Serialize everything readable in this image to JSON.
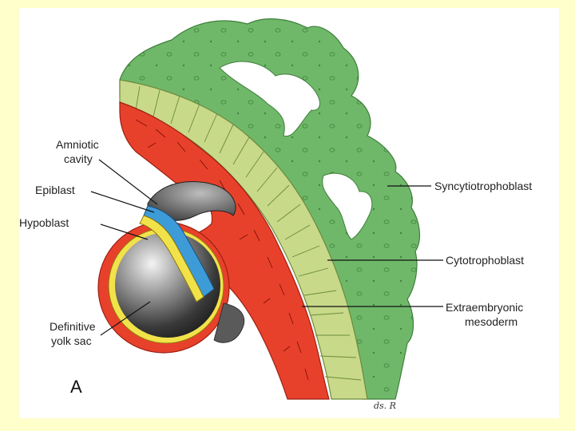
{
  "labels": {
    "amniotic_cavity_line1": "Amniotic",
    "amniotic_cavity_line2": "cavity",
    "epiblast": "Epiblast",
    "hypoblast": "Hypoblast",
    "definitive_yolk_sac_line1": "Definitive",
    "definitive_yolk_sac_line2": "yolk sac",
    "syncytiotrophoblast": "Syncytiotrophoblast",
    "cytotrophoblast": "Cytotrophoblast",
    "extraembryonic_mesoderm_line1": "Extraembryonic",
    "extraembryonic_mesoderm_line2": "mesoderm"
  },
  "panel_letter": "A",
  "signature": "ds. R",
  "colors": {
    "background": "#ffffcc",
    "panel": "#ffffff",
    "syncytiotrophoblast": "#6fb86a",
    "cytotrophoblast": "#c8d98a",
    "extraembryonic_mesoderm": "#e8412b",
    "epiblast": "#3d9bd8",
    "hypoblast": "#f2e24a",
    "yolk_sac_interior": "#3a3a3a"
  }
}
